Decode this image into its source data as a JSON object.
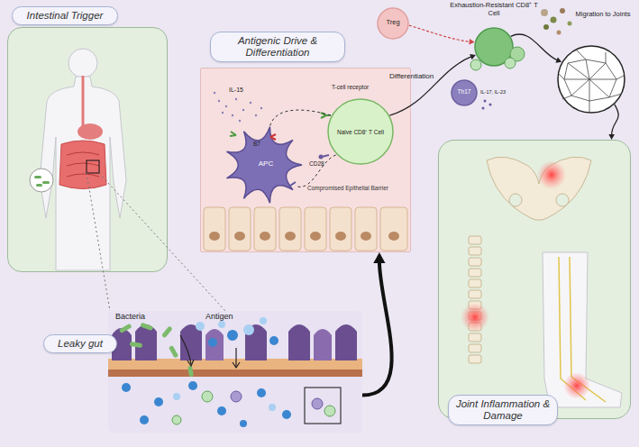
{
  "diagram": {
    "nodes": [
      {
        "text": [
          "Intestinal Trigger"
        ]
      },
      {
        "text": [
          "Antigenic Drive & Differentiation",
          "Compromised Epithelial Barrier"
        ]
      },
      {
        "text": [
          "APC"
        ],
        "in": 1
      },
      {
        "text": [
          "Naive CD8⁺ T Cell"
        ],
        "in": 1
      },
      {
        "text": [
          "Exhaustion-Resistant CD8⁺ T Cell"
        ]
      },
      {
        "text": [
          "Treg"
        ]
      },
      {
        "text": [
          "Th17"
        ]
      },
      {
        "text": [
          "Migration to Joints"
        ]
      },
      {
        "text": [
          "Joint Inflammation & Damage"
        ]
      },
      {
        "text": [
          "Leaky gut"
        ]
      }
    ],
    "edges": [
      {
        "from": 2,
        "to": 3,
        "arrow": "none"
      },
      {
        "from": 2,
        "to": 3,
        "arrow": "none"
      },
      {
        "from": 3,
        "to": 4,
        "label": "Differentiation",
        "arrow": "to"
      },
      {
        "from": 5,
        "to": 4,
        "arrow": "to"
      },
      {
        "from": 4,
        "to": 7,
        "arrow": "to"
      },
      {
        "from": 7,
        "to": 8,
        "arrow": "to"
      },
      {
        "from": 9,
        "to": 1,
        "arrow": "to"
      }
    ],
    "labels": [
      "Bacteria",
      "Antigen",
      "IL-15",
      "B7",
      "T-cell receptor",
      "CD28",
      "IL-17, IL-23"
    ]
  }
}
